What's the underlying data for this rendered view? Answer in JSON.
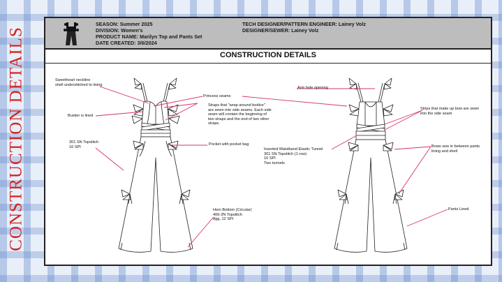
{
  "side_title": "CONSTRUCTION DETAILS",
  "header": {
    "season": "SEASON: Summer 2025",
    "division": "DIVISION: Women's",
    "product_name": "PRODUCT NAME: Marilyn Top and Pants Set",
    "date_created": "DATE CREATED: 3/6/2024",
    "tech_designer": "TECH DESIGNER/PATTERN ENGINEER: Lainey Volz",
    "designer_sewer": "DESIGNER/SEWER: Lainey Volz"
  },
  "section_title": "CONSTRUCTION DETAILS",
  "front_labels": {
    "neckline_1": "Sweetheart neckline",
    "neckline_2": "shell understitched to lining",
    "bustier": "Bustier is lined",
    "topstitch_1": "301 SN Topstitch",
    "topstitch_2": "16 SPI",
    "princess": "Princess seams",
    "straps_1": "Straps that \"wrap around bodice\"",
    "straps_2": "are sewn into side seams. Each side",
    "straps_3": "seam will contain the beginning of",
    "straps_4": "two straps and the end of two other",
    "straps_5": "straps.",
    "pocket": "Pocket with pocket bag",
    "hem_1": "Hem Bottom (Circular)",
    "hem_2": "406-2N Topstitch",
    "hem_3": "8gg, 12 SPI"
  },
  "back_labels": {
    "armhole": "Arm hole opening",
    "waist_1": "Inserted Waistband Elastic Tunnel",
    "waist_2": "301 SN Topstitch (1 row)",
    "waist_3": "16 SPI",
    "waist_4": "Two tunnels",
    "bow_straps_1": "Strips that make up bow are sewn",
    "bow_straps_2": "into the side seam",
    "bows_1": "Bows sew in between pants",
    "bows_2": "lining and shell",
    "pants_lined": "Pants Lined"
  },
  "colors": {
    "side_title": "#d0251f",
    "header_bg": "#bdbdbd",
    "callout_line": "#d6336c"
  }
}
